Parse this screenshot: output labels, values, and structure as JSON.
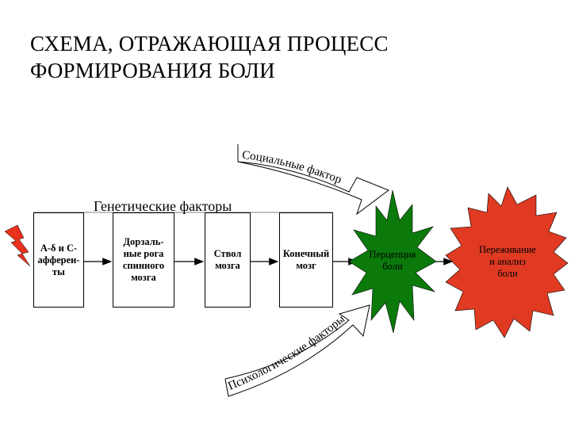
{
  "title": {
    "line1": "СХЕМА, ОТРАЖАЮЩАЯ ПРОЦЕСС",
    "line2": "ФОРМИРОВАНИЯ БОЛИ"
  },
  "genetic_label": "Генетические факторы",
  "social_label": "Социальные факторы",
  "psych_label": "Психологические факторы",
  "boxes": [
    {
      "label": "А-δ и С-\nафферен-\nты"
    },
    {
      "label": "Дорзаль-\nные рога\nспинного\nмозга"
    },
    {
      "label": "Ствол\nмозга"
    },
    {
      "label": "Конечный\nмозг"
    }
  ],
  "perception": {
    "label": "Перцепция\nболи",
    "color": "#0b7a0b"
  },
  "experience": {
    "label": "Переживание\nи анализ\nболи",
    "color": "#e03a22"
  },
  "lightning_color": "#e8321e"
}
